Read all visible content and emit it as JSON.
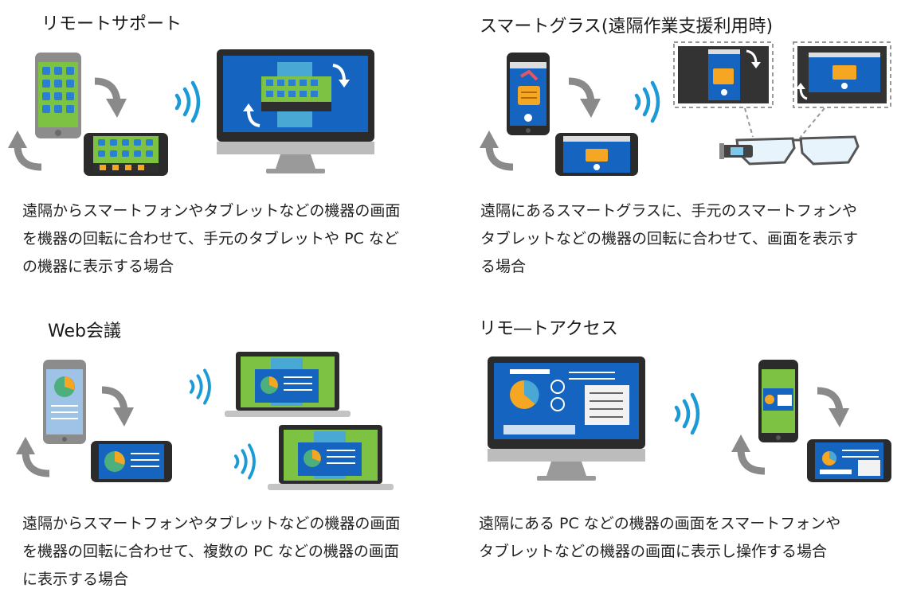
{
  "colors": {
    "accent_blue": "#1b9ad6",
    "screen_blue": "#1565c0",
    "app_green": "#7dc242",
    "device_dark": "#2b2b2b",
    "arrow_gray": "#8a8a8a",
    "pie_orange": "#f5a623"
  },
  "panels": [
    {
      "title": "リモートサポート",
      "desc": [
        "遠隔からスマートフォンやタブレットなどの機器の画面",
        "を機器の回転に合わせて、手元のタブレットや PC など",
        "の機器に表示する場合"
      ],
      "icons": [
        "smartphone-icon",
        "rotate-arrow-icon",
        "wireless-signal-icon",
        "desktop-monitor-icon"
      ]
    },
    {
      "title": "スマートグラス(遠隔作業支援利用時)",
      "desc": [
        "遠隔にあるスマートグラスに、手元のスマートフォンや",
        "タブレットなどの機器の回転に合わせて、画面を表示す",
        "る場合"
      ],
      "icons": [
        "smartphone-icon",
        "rotate-arrow-icon",
        "wireless-signal-icon",
        "smart-glasses-icon"
      ]
    },
    {
      "title": "Web会議",
      "desc": [
        "遠隔からスマートフォンやタブレットなどの機器の画面",
        "を機器の回転に合わせて、複数の PC などの機器の画面",
        "に表示する場合"
      ],
      "icons": [
        "smartphone-icon",
        "rotate-arrow-icon",
        "wireless-signal-icon",
        "laptop-icon"
      ]
    },
    {
      "title": "リモ―トアクセス",
      "desc": [
        "遠隔にある PC などの機器の画面をスマートフォンや",
        "タブレットなどの機器の画面に表示し操作する場合"
      ],
      "icons": [
        "desktop-monitor-icon",
        "wireless-signal-icon",
        "smartphone-icon",
        "rotate-arrow-icon"
      ]
    }
  ]
}
